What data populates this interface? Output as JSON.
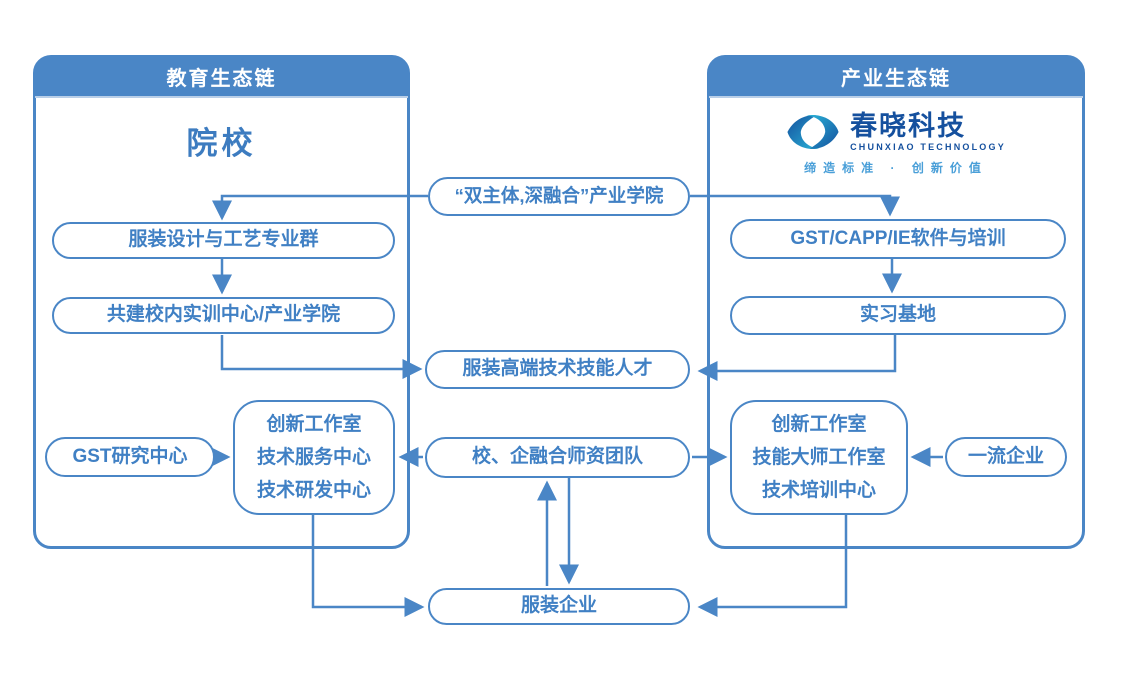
{
  "panels": {
    "left": {
      "header": "教育生态链",
      "title": "院校",
      "boxes": {
        "major_group": "服装设计与工艺专业群",
        "training_center": "共建校内实训中心/产业学院",
        "gst_research": "GST研究中心",
        "centers_lines": [
          "创新工作室",
          "技术服务中心",
          "技术研发中心"
        ]
      }
    },
    "right": {
      "header": "产业生态链",
      "logo": {
        "name_cn": "春晓科技",
        "name_en": "CHUNXIAO TECHNOLOGY",
        "tagline": "缔造标准 · 创新价值"
      },
      "boxes": {
        "software_training": "GST/CAPP/IE软件与培训",
        "internship_base": "实习基地",
        "centers_lines": [
          "创新工作室",
          "技能大师工作室",
          "技术培训中心"
        ],
        "top_enterprise": "一流企业"
      }
    },
    "center": {
      "industry_college": "“双主体,深融合”产业学院",
      "talents": "服装高端技术技能人才",
      "faculty_team": "校、企融合师资团队",
      "fashion_enterprise": "服装企业"
    }
  },
  "colors": {
    "line_blue": "#4a86c6",
    "box_text_blue": "#4080c4",
    "header_bg": "#4a86c6",
    "header_text": "#ffffff",
    "logo_dark_blue": "#15509e",
    "logo_teal": "#2ab5d8",
    "tagline_blue": "#4a9fd8"
  }
}
